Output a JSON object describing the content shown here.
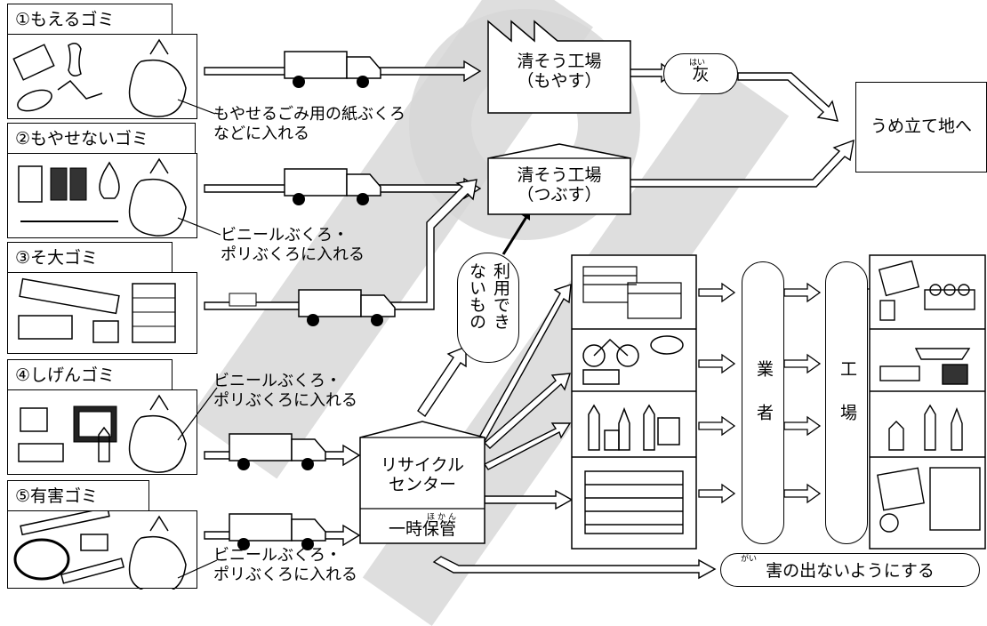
{
  "categories": [
    {
      "title": "①もえるゴミ",
      "note": [
        "もやせるごみ用の紙ぶくろ",
        "などに入れる"
      ]
    },
    {
      "title": "②もやせないゴミ",
      "note": [
        "ビニールぶくろ・",
        "ポリぶくろに入れる"
      ]
    },
    {
      "title": "③そ大ゴミ"
    },
    {
      "title": "④しげんゴミ",
      "note": [
        "ビニールぶくろ・",
        "ポリぶくろに入れる"
      ]
    },
    {
      "title": "⑤有害ゴミ",
      "note": [
        "ビニールぶくろ・",
        "ポリぶくろに入れる"
      ]
    }
  ],
  "facilities": {
    "plant_burn": {
      "line1": "清そう工場",
      "line2": "（もやす）"
    },
    "plant_crush": {
      "line1": "清そう工場",
      "line2": "（つぶす）"
    },
    "ash": {
      "label": "灰",
      "ruby": "はい"
    },
    "landfill": {
      "label": "うめ立て地へ"
    },
    "recycle_center": {
      "line1": "リサイクル",
      "line2": "センター"
    },
    "storage": {
      "label": "一時保管",
      "ruby": "ほかん"
    },
    "unusable": {
      "col1": "利用でき",
      "col2": "ないもの"
    },
    "dealer": {
      "label": "業者"
    },
    "factory": {
      "label": "工場"
    },
    "harmless": {
      "label": "害の出ないようにする",
      "ruby": "がい"
    }
  },
  "colors": {
    "line": "#000000",
    "watermark": "#d6d6d6",
    "background": "#ffffff"
  }
}
